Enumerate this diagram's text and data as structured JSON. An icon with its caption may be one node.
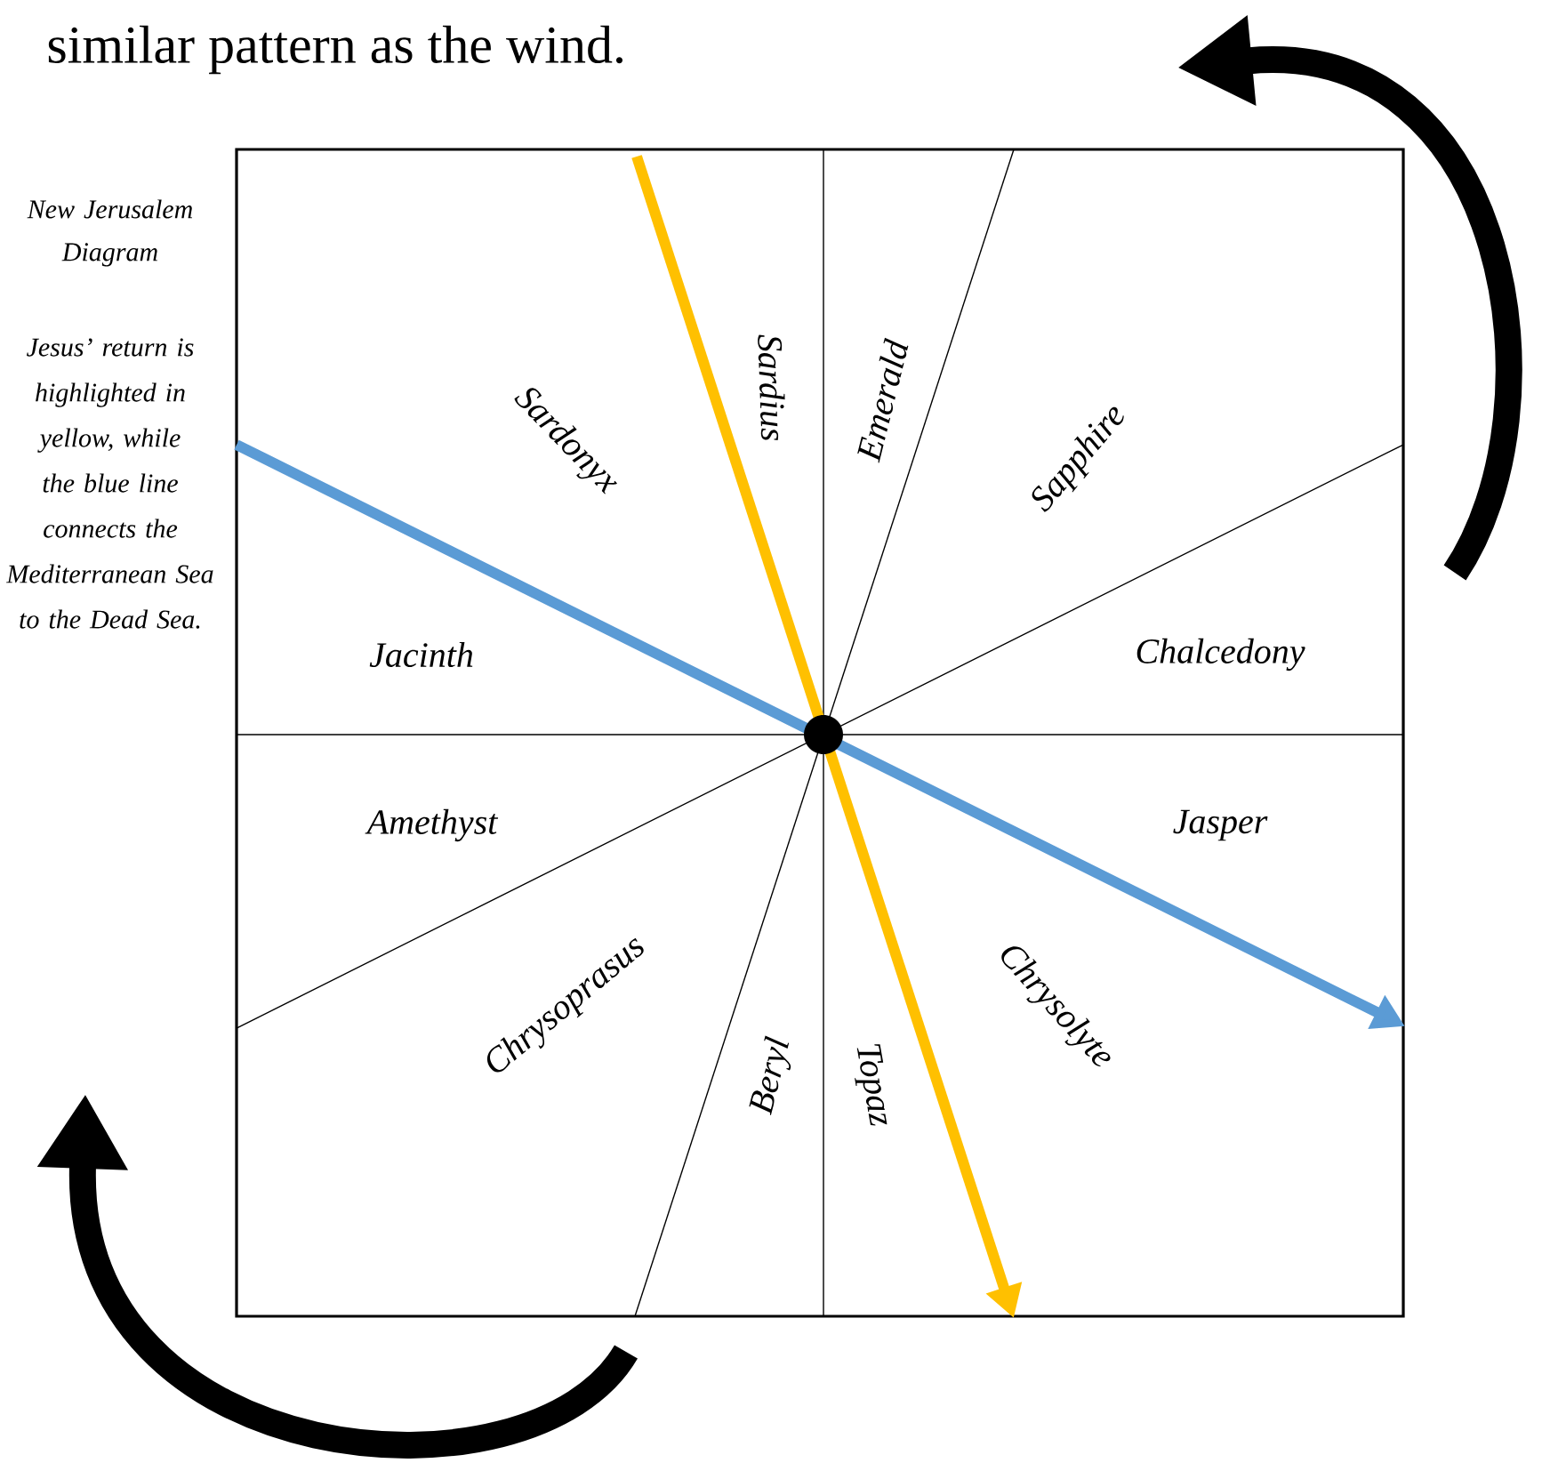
{
  "diagram": {
    "nodes": [
      {
        "text": [
          "Sardius",
          "Emerald",
          "Sardonyx",
          "Sapphire",
          "Jacinth",
          "Chalcedony",
          "Amethyst",
          "Jasper",
          "Chrysoprasus",
          "Chrysolyte",
          "Beryl",
          "Topaz"
        ]
      }
    ],
    "labels": [
      "similar pattern as the wind.",
      "New Jerusalem Diagram",
      "Jesus’ return is highlighted in yellow, while the blue line connects the Mediterranean Sea to the Dead Sea."
    ]
  }
}
